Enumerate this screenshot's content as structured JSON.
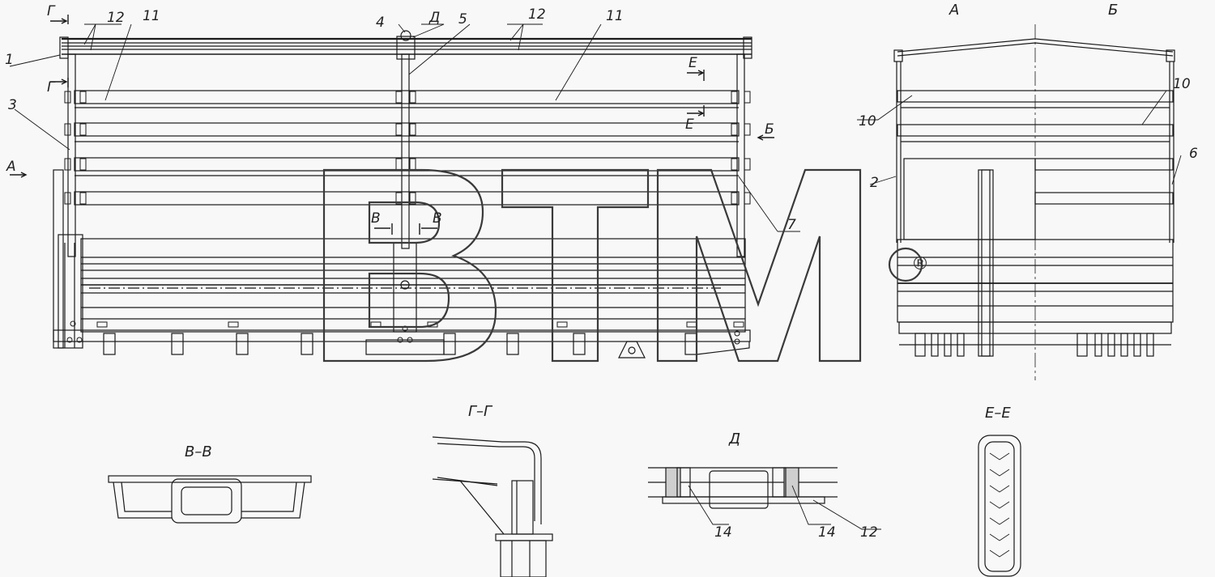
{
  "drawing": {
    "watermark": "BTM",
    "registered_mark": "®",
    "main_view": {
      "callouts": [
        "1",
        "3",
        "4",
        "5",
        "7",
        "11",
        "11",
        "12",
        "12"
      ],
      "section_marks": [
        "Г",
        "Г",
        "Д",
        "Е",
        "Е",
        "В",
        "В",
        "А",
        "Б"
      ]
    },
    "side_view": {
      "view_labels": [
        "А",
        "Б"
      ],
      "callouts": [
        "10",
        "10",
        "2",
        "6"
      ]
    },
    "details": {
      "section_vv": "В–В",
      "section_gg": "Г–Г",
      "detail_d": "Д",
      "section_ee": "Е–Е",
      "callouts": [
        "14",
        "14",
        "12"
      ]
    }
  }
}
